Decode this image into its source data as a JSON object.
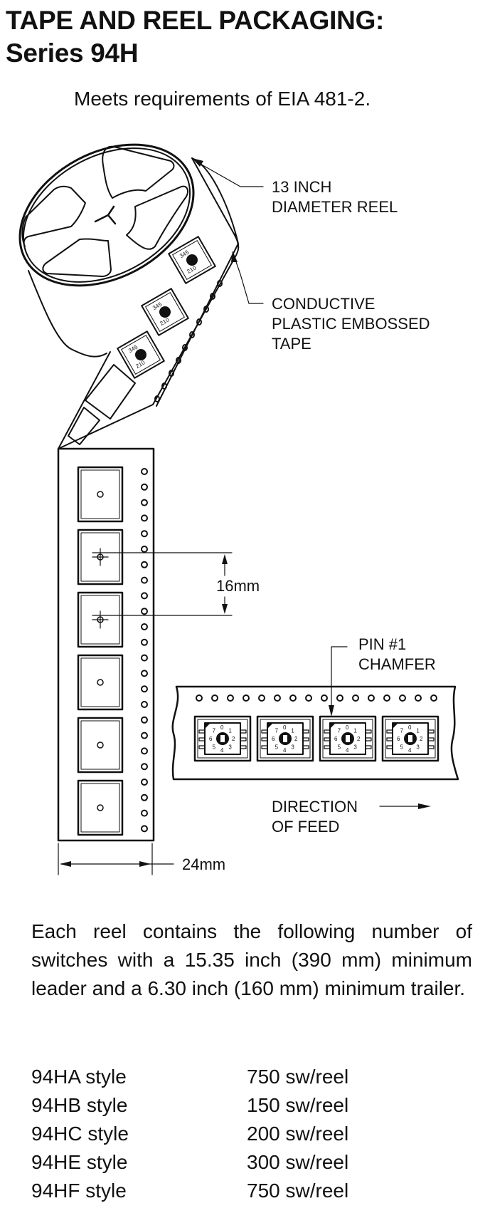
{
  "header": {
    "title_line1": "TAPE AND REEL PACKAGING:",
    "title_line2": "Series 94H",
    "subtitle": "Meets requirements of EIA 481-2."
  },
  "diagram": {
    "callouts": {
      "reel_line1": "13 INCH",
      "reel_line2": "DIAMETER REEL",
      "tape_line1": "CONDUCTIVE",
      "tape_line2": "PLASTIC EMBOSSED",
      "tape_line3": "TAPE",
      "pitch": "16mm",
      "pin_line1": "PIN #1",
      "pin_line2": "CHAMFER",
      "feed_line1": "DIRECTION",
      "feed_line2": "OF FEED",
      "width": "24mm"
    },
    "switch_dial_digits": [
      "0",
      "1",
      "2",
      "3",
      "4",
      "5",
      "6",
      "7"
    ],
    "vertical_tape_pockets": 6,
    "horizontal_tape_switches": 4
  },
  "description": "Each reel contains the following number of switches with a 15.35 inch (390 mm) minimum leader and a 6.30 inch (160 mm) minimum trailer.",
  "quantities": [
    {
      "style": "94HA style",
      "qty": "750 sw/reel"
    },
    {
      "style": "94HB style",
      "qty": "150 sw/reel"
    },
    {
      "style": "94HC style",
      "qty": "200 sw/reel"
    },
    {
      "style": "94HE style",
      "qty": "300 sw/reel"
    },
    {
      "style": "94HF style",
      "qty": "750 sw/reel"
    }
  ]
}
